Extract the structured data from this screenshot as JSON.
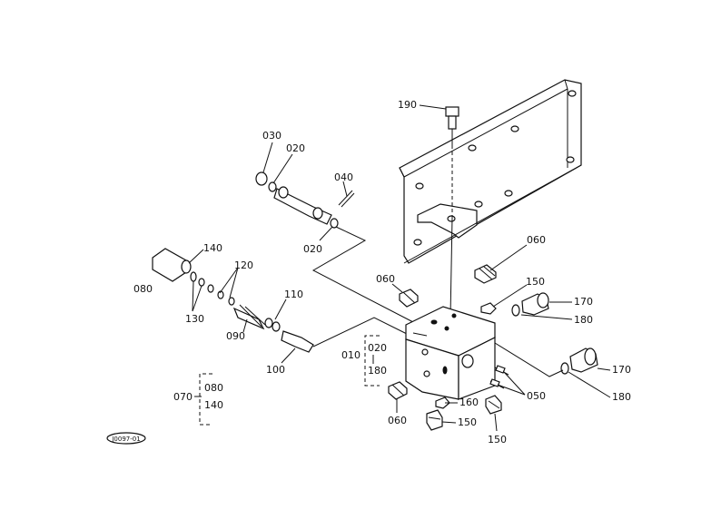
{
  "diagram": {
    "callouts": {
      "p190": "190",
      "p030": "030",
      "p020a": "020",
      "p040": "040",
      "p020b": "020",
      "p060a": "060",
      "p140": "140",
      "p120": "120",
      "p080": "080",
      "p130": "130",
      "p110": "110",
      "p090": "090",
      "p100": "100",
      "p060b": "060",
      "p150a": "150",
      "p170a": "170",
      "p180a": "180",
      "p010": "010",
      "p020c": "020",
      "p180c": "180",
      "p170b": "170",
      "p180b": "180",
      "p050": "050",
      "p160": "160",
      "p150b": "150",
      "p150c": "150",
      "p060c": "060",
      "p070": "070",
      "p080b": "080",
      "p140b": "140"
    },
    "drawing_code": "J0097-01"
  }
}
